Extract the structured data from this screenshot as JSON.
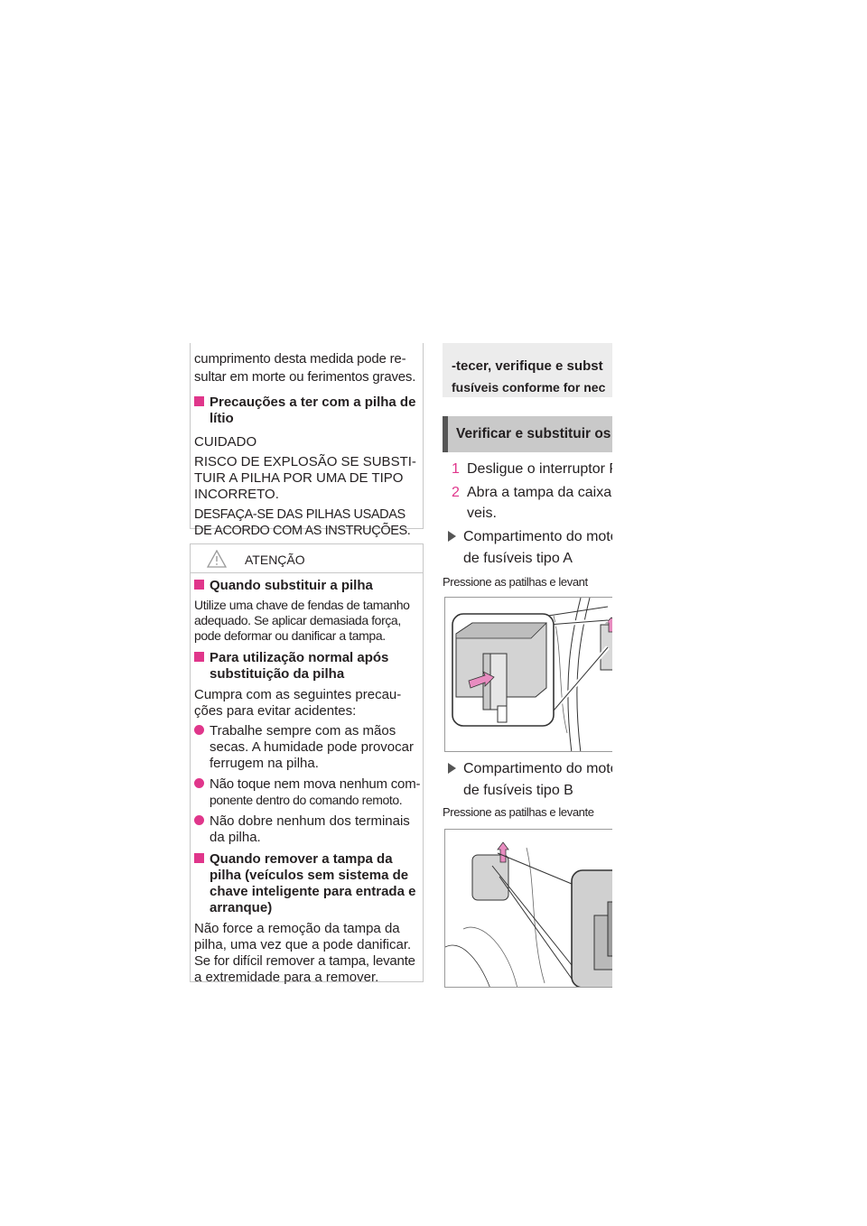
{
  "left_box": {
    "line1": "cumprimento desta medida pode re-",
    "line2": "sultar em morte ou ferimentos graves.",
    "heading_line1": "Precauções a ter com a pilha de",
    "heading_line2": "lítio",
    "caution": "CUIDADO",
    "risk_l1": "RISCO DE EXPLOSÃO SE SUBSTI-",
    "risk_l2": "TUIR A PILHA POR UMA DE TIPO",
    "risk_l3": "INCORRETO.",
    "dispose_l1": "DESFAÇA-SE DAS PILHAS USADAS",
    "dispose_l2": "DE ACORDO COM AS INSTRUÇÕES."
  },
  "attention_box": {
    "title": "ATENÇÃO",
    "h1": "Quando substituir a pilha",
    "p1_l1": "Utilize uma chave de fendas de tamanho",
    "p1_l2": "adequado. Se aplicar demasiada força,",
    "p1_l3": "pode deformar ou danificar a tampa.",
    "h2_l1": "Para utilização normal após",
    "h2_l2": "substituição da pilha",
    "p2_l1": "Cumpra com as seguintes precau-",
    "p2_l2": "ções para evitar acidentes:",
    "b1_l1": "Trabalhe sempre com as mãos",
    "b1_l2": "secas. A humidade pode provocar",
    "b1_l3": "ferrugem na pilha.",
    "b2_l1": "Não toque nem mova nenhum com-",
    "b2_l2": "ponente dentro do comando remoto.",
    "b3_l1": "Não dobre nenhum dos terminais",
    "b3_l2": "da pilha.",
    "h3_l1": "Quando remover a tampa da",
    "h3_l2": "pilha (veículos sem sistema de",
    "h3_l3": "chave inteligente para entrada e",
    "h3_l4": "arranque)",
    "p3_l1": "Não force a remoção da tampa da",
    "p3_l2": "pilha, uma vez que a pode danificar.",
    "p3_l3": "Se for difícil remover a tampa, levante",
    "p3_l4": "a extremidade para a remover."
  },
  "right_col": {
    "intro_l1": "-tecer, verifique e subst",
    "intro_l2": "fusíveis conforme for nec",
    "section_title": "Verificar e substituir os",
    "step1_num": "1",
    "step1_text": "Desligue o interruptor P",
    "step2_num": "2",
    "step2_l1": "Abra a tampa da caixa",
    "step2_l2": "veis.",
    "a_l1": "Compartimento do moto",
    "a_l2": "de fusíveis tipo A",
    "a_caption": "Pressione as patilhas e levant",
    "b_l1": "Compartimento do moto",
    "b_l2": "de fusíveis tipo B",
    "b_caption": "Pressione as patilhas e levante"
  },
  "icons": [
    "warning-triangle-icon",
    "pink-square-bullet",
    "pink-dot-bullet",
    "gray-arrow-bullet"
  ],
  "colors": {
    "accent": "#e0368b",
    "section_bar": "#c9c9c9",
    "border": "#c7c7c7"
  }
}
